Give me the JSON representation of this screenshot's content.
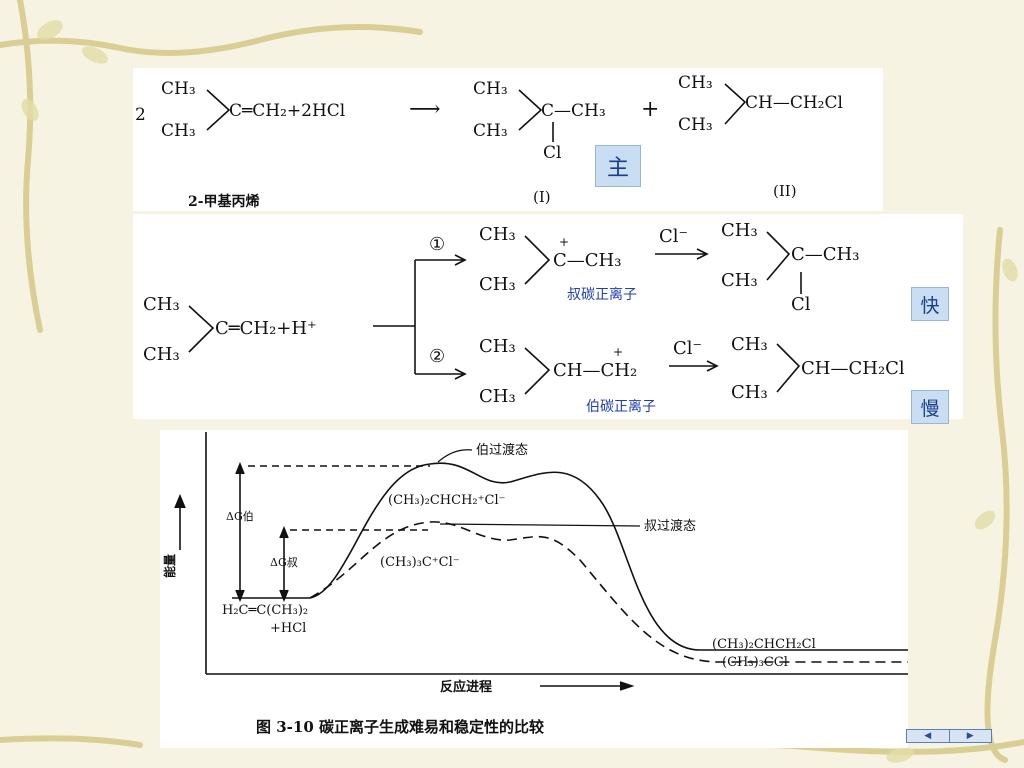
{
  "slide": {
    "main_label": "主",
    "fast_label": "快",
    "slow_label": "慢",
    "tertiary_carbocation": "叔碳正离子",
    "primary_carbocation": "伯碳正离子"
  },
  "reaction1": {
    "coefficient": "2",
    "reactant_top": "CH₃",
    "reactant_bottom": "CH₃",
    "reactant_rest": "C═CH₂+2HCl",
    "arrow": "⟶",
    "p1_top": "CH₃",
    "p1_bottom": "CH₃",
    "p1_center": "C—CH₃",
    "p1_cl": "Cl",
    "plus": "+",
    "p2_top": "CH₃",
    "p2_bottom": "CH₃",
    "p2_center": "CH—CH₂Cl",
    "reactant_name": "2-甲基丙烯",
    "p1_label": "(I)",
    "p2_label": "(II)"
  },
  "reaction2": {
    "reactant_top": "CH₃",
    "reactant_bottom": "CH₃",
    "reactant_rest": "C═CH₂+H⁺",
    "path1_marker": "①",
    "path2_marker": "②",
    "c1_top": "CH₃",
    "c1_bottom": "CH₃",
    "c1_center": "C—CH₃",
    "c1_plus": "+",
    "cl_reagent": "Cl⁻",
    "p1_top": "CH₃",
    "p1_bottom": "CH₃",
    "p1_center": "C—CH₃",
    "p1_cl": "Cl",
    "c2_top": "CH₃",
    "c2_bottom": "CH₃",
    "c2_center": "CH—CH₂",
    "c2_plus": "+",
    "p2_top": "CH₃",
    "p2_bottom": "CH₃",
    "p2_center": "CH—CH₂Cl"
  },
  "energy_diagram": {
    "primary_ts": "伯过渡态",
    "tertiary_ts": "叔过渡态",
    "primary_intermediate": "(CH₃)₂CHCH₂⁺Cl⁻",
    "tertiary_intermediate": "(CH₃)₃C⁺Cl⁻",
    "dg_primary": "ΔG伯",
    "dg_tertiary": "ΔG叔",
    "reactant_line1": "H₂C═C(CH₃)₂",
    "reactant_line2": "+HCl",
    "product_primary": "(CH₃)₂CHCH₂Cl",
    "product_tertiary": "(CH₃)₃CCl",
    "y_axis": "能量",
    "x_axis": "反应进程",
    "caption": "图 3-10   碳正离子生成难易和稳定性的比较"
  },
  "nav": {
    "prev": "◀",
    "next": "▶"
  }
}
